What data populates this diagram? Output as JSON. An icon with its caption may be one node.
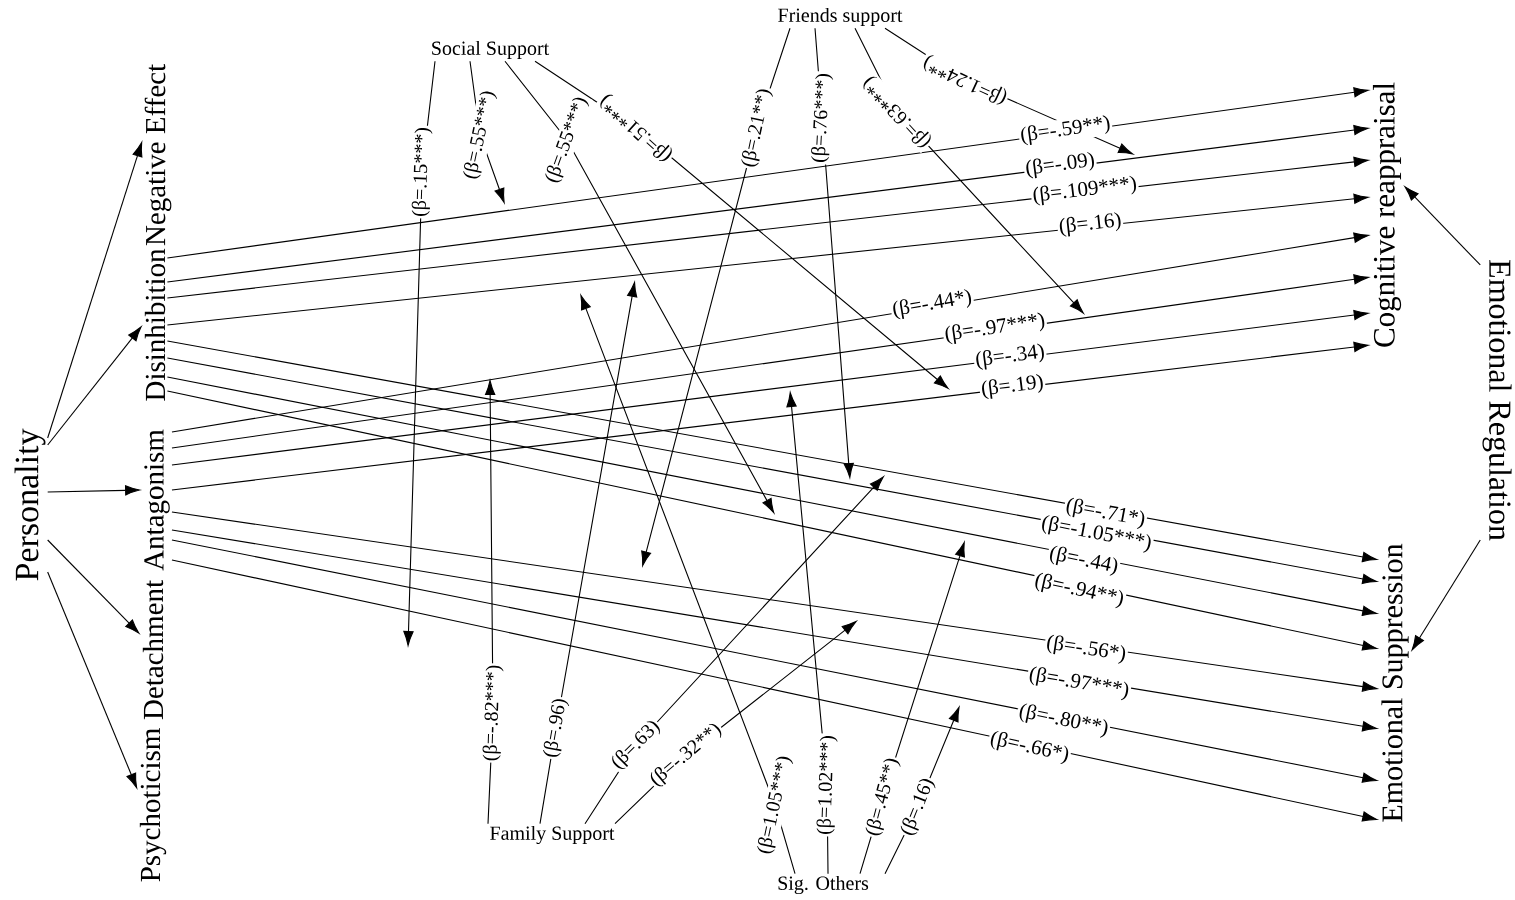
{
  "diagram": {
    "nodes": [
      {
        "text": [
          "Personality"
        ]
      },
      {
        "text": [
          "Negative Effect"
        ]
      },
      {
        "text": [
          "Disinhibition"
        ]
      },
      {
        "text": [
          "Antagonism"
        ]
      },
      {
        "text": [
          "Detachment"
        ]
      },
      {
        "text": [
          "Psychoticism"
        ]
      },
      {
        "text": [
          "Social Support"
        ]
      },
      {
        "text": [
          "Friends support"
        ]
      },
      {
        "text": [
          "Family Support"
        ]
      },
      {
        "text": [
          "Sig. Others"
        ]
      },
      {
        "text": [
          "Cognitive reappraisal"
        ]
      },
      {
        "text": [
          "Emotional Suppression"
        ]
      },
      {
        "text": [
          "Emotional Regulation"
        ]
      }
    ],
    "edges": [
      {
        "from": 0,
        "to": 1,
        "arrow": "to"
      },
      {
        "from": 0,
        "to": 2,
        "arrow": "to"
      },
      {
        "from": 0,
        "to": 3,
        "arrow": "to"
      },
      {
        "from": 0,
        "to": 4,
        "arrow": "to"
      },
      {
        "from": 0,
        "to": 5,
        "arrow": "to"
      },
      {
        "from": 12,
        "to": 10,
        "arrow": "to"
      },
      {
        "from": 12,
        "to": 11,
        "arrow": "to"
      },
      {
        "from": 2,
        "to": 10,
        "arrow": "to",
        "label": "(β=-.59**)"
      },
      {
        "from": 2,
        "to": 10,
        "arrow": "to",
        "label": "(β=-.09)"
      },
      {
        "from": 2,
        "to": 10,
        "arrow": "to",
        "label": "(β=.109***)"
      },
      {
        "from": 2,
        "to": 10,
        "arrow": "to",
        "label": "(β=.16)"
      },
      {
        "from": 3,
        "to": 10,
        "arrow": "to",
        "label": "(β=-.44*)"
      },
      {
        "from": 3,
        "to": 10,
        "arrow": "to",
        "label": "(β=-.97***)"
      },
      {
        "from": 3,
        "to": 10,
        "arrow": "to",
        "label": "(β=-.34)"
      },
      {
        "from": 3,
        "to": 10,
        "arrow": "to",
        "label": "(β=.19)"
      },
      {
        "from": 2,
        "to": 11,
        "arrow": "to",
        "label": "(β=-.71*)"
      },
      {
        "from": 2,
        "to": 11,
        "arrow": "to",
        "label": "(β=-1.05***)"
      },
      {
        "from": 2,
        "to": 11,
        "arrow": "to",
        "label": "(β=-.44)"
      },
      {
        "from": 2,
        "to": 11,
        "arrow": "to",
        "label": "(β=-.94**)"
      },
      {
        "from": 3,
        "to": 11,
        "arrow": "to",
        "label": "(β=-.56*)"
      },
      {
        "from": 3,
        "to": 11,
        "arrow": "to",
        "label": "(β=-.97***)"
      },
      {
        "from": 3,
        "to": 11,
        "arrow": "to",
        "label": "(β=-.80**)"
      },
      {
        "from": 3,
        "to": 11,
        "arrow": "to",
        "label": "(β=-.66*)"
      },
      {
        "from": 6,
        "to": null,
        "arrow": "to",
        "label": "(β=.15***)"
      },
      {
        "from": 6,
        "to": null,
        "arrow": "to",
        "label": "(β=.55***)"
      },
      {
        "from": 6,
        "to": null,
        "arrow": "to",
        "label": "(β=.55***)"
      },
      {
        "from": 6,
        "to": null,
        "arrow": "to",
        "label": "(β=.51***)"
      },
      {
        "from": 7,
        "to": null,
        "arrow": "to",
        "label": "(β=.21**)"
      },
      {
        "from": 7,
        "to": null,
        "arrow": "to",
        "label": "(β=.76***)"
      },
      {
        "from": 7,
        "to": null,
        "arrow": "to",
        "label": "(β=.63***)"
      },
      {
        "from": 7,
        "to": null,
        "arrow": "to",
        "label": "(β=1.24**)"
      },
      {
        "from": 8,
        "to": null,
        "arrow": "to",
        "label": "(β=-.82***)"
      },
      {
        "from": 8,
        "to": null,
        "arrow": "to",
        "label": "(β=.96)"
      },
      {
        "from": 8,
        "to": null,
        "arrow": "to",
        "label": "(β=.63)"
      },
      {
        "from": 8,
        "to": null,
        "arrow": "to",
        "label": "(β=-.32**)"
      },
      {
        "from": 9,
        "to": null,
        "arrow": "to",
        "label": "(β=1.05***)"
      },
      {
        "from": 9,
        "to": null,
        "arrow": "to",
        "label": "(β=1.02***)"
      },
      {
        "from": 9,
        "to": null,
        "arrow": "to",
        "label": "(β=.45**)"
      },
      {
        "from": 9,
        "to": null,
        "arrow": "to",
        "label": "(β=.16)"
      }
    ]
  }
}
